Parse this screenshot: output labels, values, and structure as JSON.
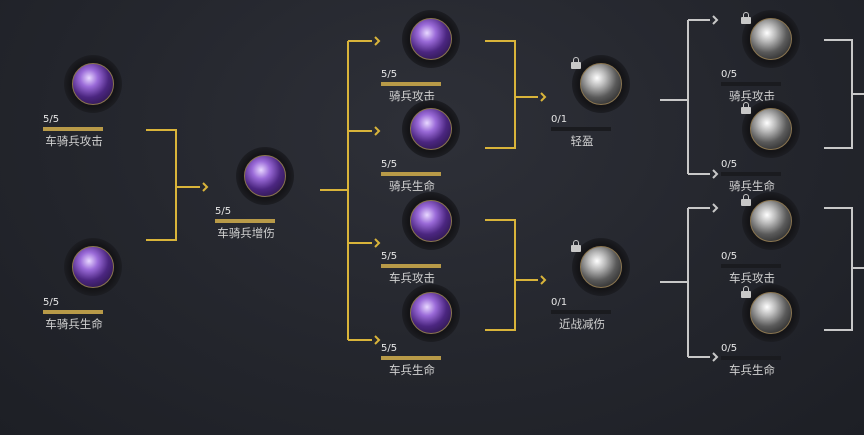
{
  "colors": {
    "active_line": "#d9b43a",
    "locked_line": "#c8c8c8",
    "progress_fill": "#b89a48"
  },
  "nodes": [
    {
      "id": "che-qi-bing-attack-1",
      "level": "5/5",
      "progress": 1,
      "name": "车骑兵攻击",
      "state": "active",
      "icon": "cavalry-attack-icon"
    },
    {
      "id": "che-qi-bing-health-1",
      "level": "5/5",
      "progress": 1,
      "name": "车骑兵生命",
      "state": "active",
      "icon": "chariot-health-icon"
    },
    {
      "id": "che-qi-bing-damage",
      "level": "5/5",
      "progress": 1,
      "name": "车骑兵增伤",
      "state": "active",
      "icon": "damage-boost-icon"
    },
    {
      "id": "cavalry-attack-1",
      "level": "5/5",
      "progress": 1,
      "name": "骑兵攻击",
      "state": "active",
      "icon": "cavalry-attack-icon"
    },
    {
      "id": "cavalry-health-1",
      "level": "5/5",
      "progress": 1,
      "name": "骑兵生命",
      "state": "active",
      "icon": "cavalry-health-icon"
    },
    {
      "id": "chariot-attack-1",
      "level": "5/5",
      "progress": 1,
      "name": "车兵攻击",
      "state": "active",
      "icon": "chariot-attack-icon"
    },
    {
      "id": "chariot-health-1",
      "level": "5/5",
      "progress": 1,
      "name": "车兵生命",
      "state": "active",
      "icon": "chariot-health-icon"
    },
    {
      "id": "light",
      "level": "0/1",
      "progress": 0,
      "name": "轻盈",
      "state": "locked",
      "icon": "light-icon"
    },
    {
      "id": "melee-reduction",
      "level": "0/1",
      "progress": 0,
      "name": "近战减伤",
      "state": "locked",
      "icon": "melee-reduction-icon"
    },
    {
      "id": "cavalry-attack-2",
      "level": "0/5",
      "progress": 0,
      "name": "骑兵攻击",
      "state": "locked",
      "icon": "cavalry-attack-icon"
    },
    {
      "id": "cavalry-health-2",
      "level": "0/5",
      "progress": 0,
      "name": "骑兵生命",
      "state": "locked",
      "icon": "cavalry-health-icon"
    },
    {
      "id": "chariot-attack-2",
      "level": "0/5",
      "progress": 0,
      "name": "车兵攻击",
      "state": "locked",
      "icon": "chariot-attack-icon"
    },
    {
      "id": "chariot-health-2",
      "level": "0/5",
      "progress": 0,
      "name": "车兵生命",
      "state": "locked",
      "icon": "chariot-health-icon"
    }
  ]
}
